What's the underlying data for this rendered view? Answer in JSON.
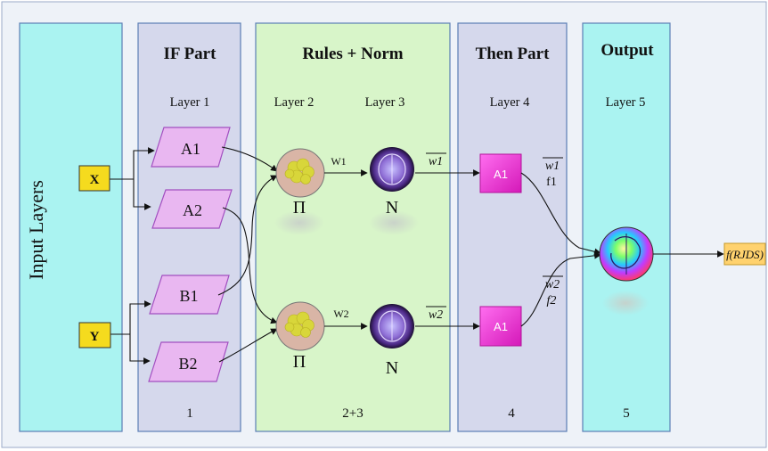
{
  "input_panel": {
    "label": "Input Layers"
  },
  "inputs": {
    "x": "X",
    "y": "Y"
  },
  "columns": {
    "if_part": {
      "title": "IF Part",
      "layer": "Layer 1",
      "number": "1"
    },
    "rules_norm": {
      "title": "Rules + Norm",
      "layer2": "Layer 2",
      "layer3": "Layer 3",
      "number": "2+3"
    },
    "then_part": {
      "title": "Then Part",
      "layer": "Layer 4",
      "number": "4"
    },
    "output": {
      "title": "Output",
      "layer": "Layer 5",
      "number": "5"
    }
  },
  "membership": {
    "a1": "A1",
    "a2": "A2",
    "b1": "B1",
    "b2": "B2"
  },
  "rules": {
    "pi_top": "Π",
    "pi_bottom": "Π",
    "w1": "W1",
    "w2": "W2",
    "n_top": "N",
    "n_bottom": "N",
    "w1_bar": "w1",
    "w2_bar": "w2"
  },
  "then": {
    "node_top": "A1",
    "node_bottom": "A1",
    "w1_bar": "w1",
    "f1": "f1",
    "w2_bar": "w2",
    "f2": "f2"
  },
  "output_label": "f(RJDS)",
  "colors": {
    "input_panel": "#aaf3f1",
    "if_panel": "#d5d8ec",
    "rules_panel": "#d8f5c9",
    "then_panel": "#d5d8ec",
    "output_panel": "#aaf3f1",
    "panel_border": "#5b7fb5",
    "parallelogram": "#e9b7f1",
    "parallelogram_border": "#a24fc0",
    "input_box": "#f5db1e",
    "pink_node": "#f536d6",
    "output_tag": "#ffd26e"
  }
}
